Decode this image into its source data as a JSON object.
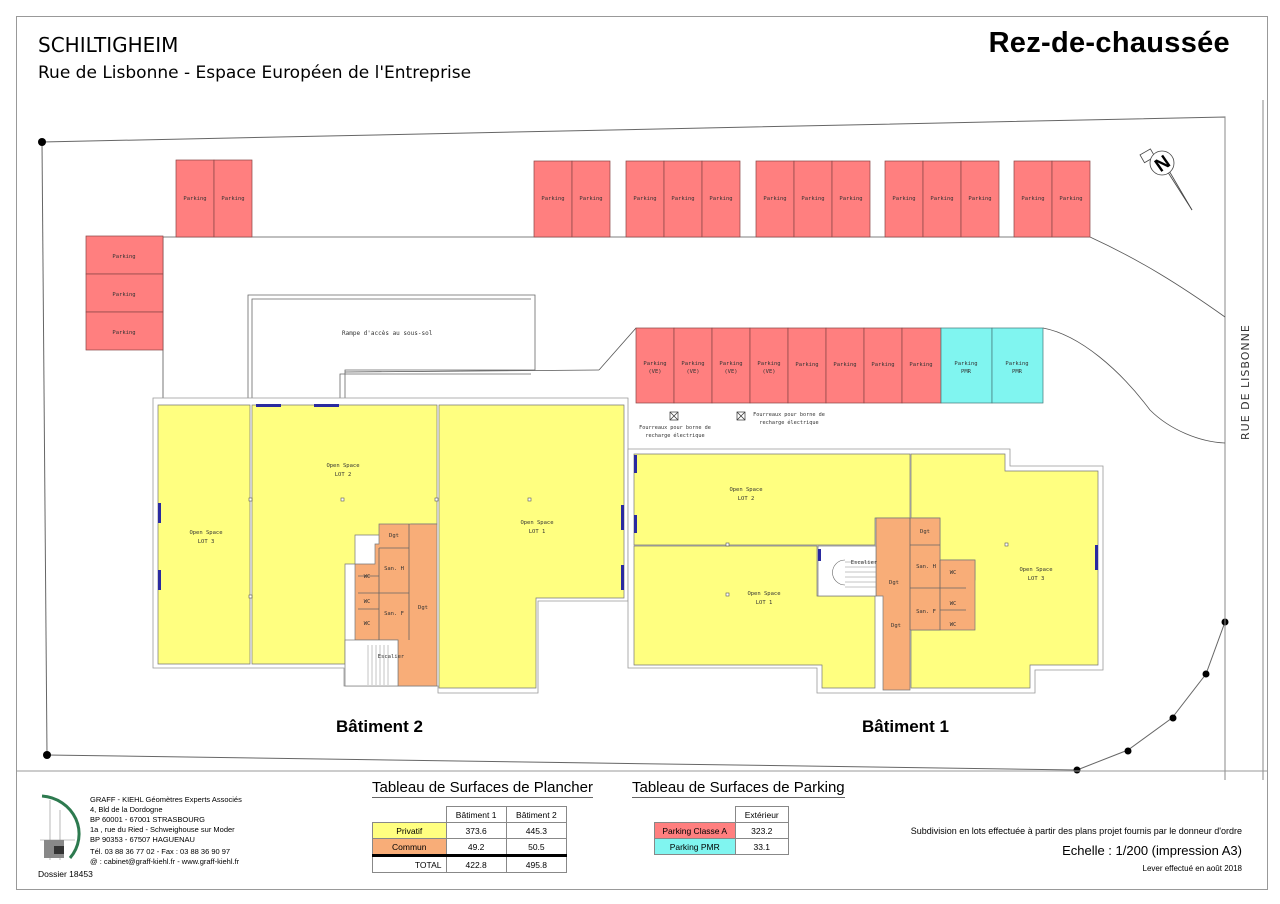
{
  "header": {
    "city": "SCHILTIGHEIM",
    "street": "Rue de Lisbonne - Espace Européen de l'Entreprise",
    "level": "Rez-de-chaussée"
  },
  "colors": {
    "parking": "#ff7f7f",
    "parking_pmr": "#80f5f0",
    "privatif": "#ffff80",
    "commun": "#f8ad78",
    "window": "#2a2aa0",
    "line": "#555555"
  },
  "plan": {
    "street_label": "RUE DE LISBONNE",
    "north_label": "N",
    "ramp_label": "Rampe d'accès au sous-sol",
    "parking_top_left": [
      "Parking",
      "Parking"
    ],
    "parking_left_column": [
      "Parking",
      "Parking",
      "Parking"
    ],
    "parking_top_row": {
      "group1": [
        "Parking",
        "Parking"
      ],
      "group2": [
        "Parking",
        "Parking",
        "Parking"
      ],
      "group3": [
        "Parking",
        "Parking",
        "Parking"
      ],
      "group4": [
        "Parking",
        "Parking",
        "Parking"
      ],
      "group5": [
        "Parking",
        "Parking"
      ]
    },
    "parking_middle_row": [
      {
        "l1": "Parking",
        "l2": "(VE)",
        "type": "A"
      },
      {
        "l1": "Parking",
        "l2": "(VE)",
        "type": "A"
      },
      {
        "l1": "Parking",
        "l2": "(VE)",
        "type": "A"
      },
      {
        "l1": "Parking",
        "l2": "(VE)",
        "type": "A"
      },
      {
        "l1": "Parking",
        "l2": "",
        "type": "A"
      },
      {
        "l1": "Parking",
        "l2": "",
        "type": "A"
      },
      {
        "l1": "Parking",
        "l2": "",
        "type": "A"
      },
      {
        "l1": "Parking",
        "l2": "",
        "type": "A"
      },
      {
        "l1": "Parking",
        "l2": "PMR",
        "type": "PMR"
      },
      {
        "l1": "Parking",
        "l2": "PMR",
        "type": "PMR"
      }
    ],
    "ev_conduit_1": {
      "l1": "Fourreaux pour borne de",
      "l2": "recharge électrique"
    },
    "ev_conduit_2": {
      "l1": "Fourreaux pour borne de",
      "l2": "recharge électrique"
    },
    "batiment2": {
      "label": "Bâtiment 2",
      "lot3": {
        "l1": "Open Space",
        "l2": "LOT 3"
      },
      "lot2": {
        "l1": "Open Space",
        "l2": "LOT 2"
      },
      "lot1": {
        "l1": "Open Space",
        "l2": "LOT 1"
      },
      "rooms": {
        "dgt_top": "Dgt",
        "san_h": "San. H",
        "san_f": "San. F",
        "wc1": "WC",
        "wc2": "WC",
        "wc3": "WC",
        "dgt": "Dgt",
        "escalier": "Escalier"
      }
    },
    "batiment1": {
      "label": "Bâtiment 1",
      "lot2": {
        "l1": "Open Space",
        "l2": "LOT 2"
      },
      "lot1": {
        "l1": "Open Space",
        "l2": "LOT 1"
      },
      "lot3": {
        "l1": "Open Space",
        "l2": "LOT 3"
      },
      "rooms": {
        "dgt_top": "Dgt",
        "san_h": "San. H",
        "san_f": "San. F",
        "wc1": "WC",
        "wc2": "WC",
        "wc3": "WC",
        "dgt_mid": "Dgt",
        "dgt_low": "Dgt",
        "escalier": "Escalier"
      }
    }
  },
  "surface_table": {
    "title": "Tableau de Surfaces de Plancher",
    "columns": [
      "Bâtiment 1",
      "Bâtiment 2"
    ],
    "rows": [
      {
        "label": "Privatif",
        "values": [
          "373.6",
          "445.3"
        ]
      },
      {
        "label": "Commun",
        "values": [
          "49.2",
          "50.5"
        ]
      },
      {
        "label": "TOTAL",
        "values": [
          "422.8",
          "495.8"
        ]
      }
    ]
  },
  "parking_table": {
    "title": "Tableau de Surfaces de Parking",
    "columns": [
      "Extérieur"
    ],
    "rows": [
      {
        "label": "Parking Classe A",
        "values": [
          "323.2"
        ]
      },
      {
        "label": "Parking PMR",
        "values": [
          "33.1"
        ]
      }
    ]
  },
  "company": {
    "lines": [
      "GRAFF - KIEHL Géomètres Experts Associés",
      "4, Bld de la Dordogne",
      "BP 60001 - 67001 STRASBOURG",
      "1a , rue du Ried - Schweighouse sur Moder",
      "BP 90353 - 67507 HAGUENAU",
      "Tél. 03 88 36 77 02 - Fax : 03 88 36 90 97",
      "@ : cabinet@graff-kiehl.fr - www.graff-kiehl.fr"
    ],
    "dossier": "Dossier 18453"
  },
  "notes": {
    "subdivision": "Subdivision en lots effectuée à partir des plans projet fournis par le donneur d'ordre",
    "scale": "Echelle : 1/200 (impression A3)",
    "survey": "Lever effectué en août 2018"
  }
}
